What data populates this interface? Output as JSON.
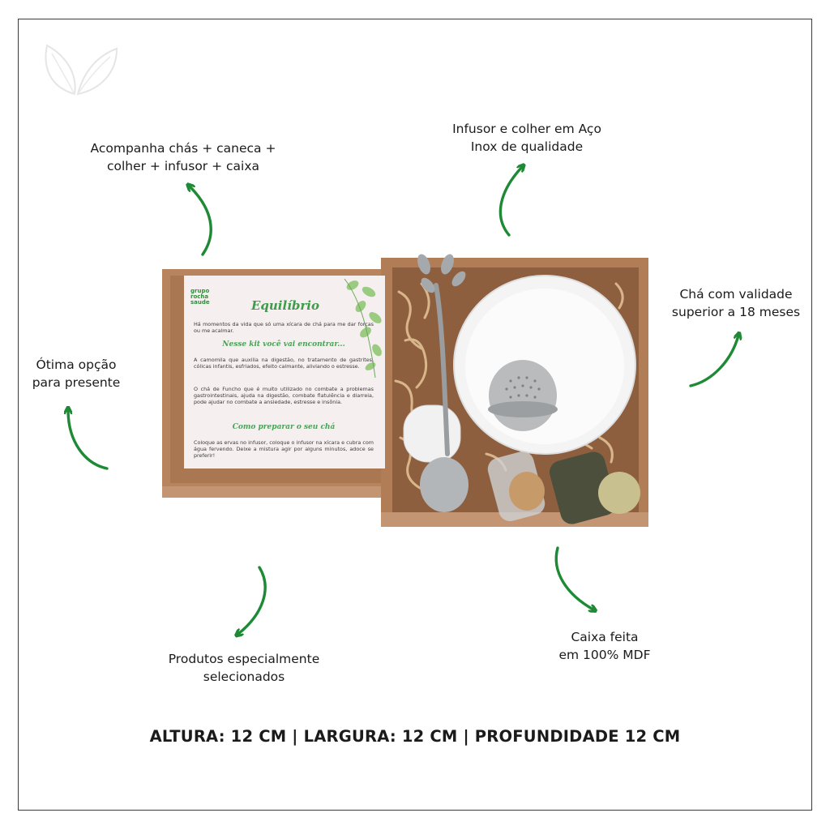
{
  "labels": {
    "kit_contents": "Acompanha chás + caneca +\ncolher + infusor + caixa",
    "infuser": "Infusor e colher em Aço\nInox de qualidade",
    "validity": "Chá com validade\nsuperior a 18 meses",
    "gift": "Ótima opção\npara presente",
    "products": "Produtos especialmente\nselecionados",
    "box": "Caixa feita\nem 100% MDF"
  },
  "dimensions": "ALTURA: 12 CM | LARGURA: 12 CM | PROFUNDIDADE 12 CM",
  "card": {
    "brand_line1": "grupo",
    "brand_line2": "rocha",
    "brand_line3": "saude",
    "title": "Equilíbrio",
    "intro": "Há momentos da vida que só uma xícara de chá para me dar forças ou me acalmar.",
    "subtitle_contents": "Nesse kit você vai encontrar...",
    "paragraph_chamomile": "A camomila que auxilia na digestão, no tratamento de gastrites, cólicas infantis, esfriados, efeito calmante, aliviando o estresse.",
    "paragraph_fennel": "O chá de Funcho que é muito utilizado no combate a problemas gastrointestinais, ajuda na digestão, combate flatulência e diarreia, pode ajudar no combate a ansiedade, estresse e insônia.",
    "subtitle_prepare": "Como preparar o seu chá",
    "paragraph_prepare": "Coloque as ervas no infusor, coloque o infusor na xícara e cubra com água fervendo. Deixe a mistura agir por alguns minutos, adoce se preferir!"
  },
  "colors": {
    "arrow_green": "#1e8a35",
    "box_wood": "#b7845e",
    "box_inner": "#a2704c",
    "card_bg": "#f6eff0"
  },
  "icons": {
    "arrow": "curved-arrow-icon",
    "leaf_logo": "leaves-logo-icon"
  }
}
